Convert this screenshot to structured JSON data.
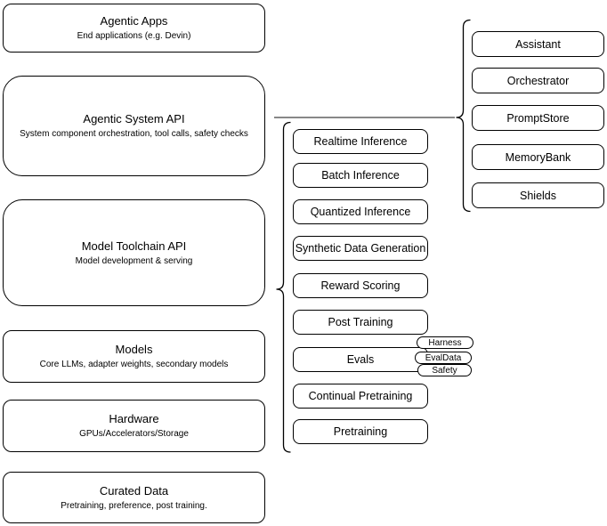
{
  "diagram": {
    "left_stack": [
      {
        "title": "Agentic Apps",
        "subtitle": "End applications (e.g. Devin)"
      },
      {
        "title": "Agentic System API",
        "subtitle": "System component orchestration, tool calls, safety checks"
      },
      {
        "title": "Model Toolchain API",
        "subtitle": "Model development & serving"
      },
      {
        "title": "Models",
        "subtitle": "Core LLMs, adapter weights, secondary models"
      },
      {
        "title": "Hardware",
        "subtitle": "GPUs/Accelerators/Storage"
      },
      {
        "title": "Curated Data",
        "subtitle": "Pretraining, preference, post training."
      }
    ],
    "toolchain_services": [
      "Realtime Inference",
      "Batch Inference",
      "Quantized Inference",
      "Synthetic Data Generation",
      "Reward Scoring",
      "Post Training",
      "Evals",
      "Continual Pretraining",
      "Pretraining"
    ],
    "evals_tags": [
      "Harness",
      "EvalData",
      "Safety"
    ],
    "system_components": [
      "Assistant",
      "Orchestrator",
      "PromptStore",
      "MemoryBank",
      "Shields"
    ],
    "colors": {
      "background": "#ffffff",
      "node_fill": "#ffffff",
      "stroke": "#000000",
      "connector": "#404040",
      "text": "#000000"
    }
  }
}
